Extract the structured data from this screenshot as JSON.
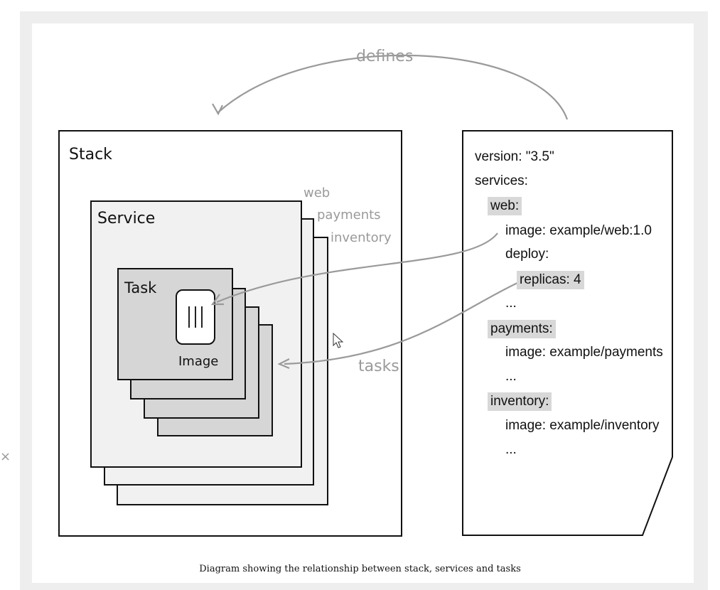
{
  "arrow_label_top": "defines",
  "arrow_label_tasks": "tasks",
  "stack": {
    "title": "Stack",
    "service_title": "Service",
    "task_title": "Task",
    "image_label": "Image",
    "service_names": [
      "web",
      "payments",
      "inventory"
    ]
  },
  "compose": {
    "lines": [
      "version: \"3.5\"",
      "services:",
      "web:",
      "image: example/web:1.0",
      "deploy:",
      "replicas: 4",
      "...",
      "payments:",
      "image: example/payments",
      "...",
      "inventory:",
      "image: example/inventory",
      "..."
    ]
  },
  "caption": "Diagram showing the relationship between stack, services and tasks",
  "close_glyph": "×",
  "colors": {
    "frame": "#eeeeee",
    "service_fill": "#f1f1f1",
    "task_fill": "#d6d6d6",
    "arrow": "#9a9a9a",
    "highlight": "#d8d8d8"
  }
}
